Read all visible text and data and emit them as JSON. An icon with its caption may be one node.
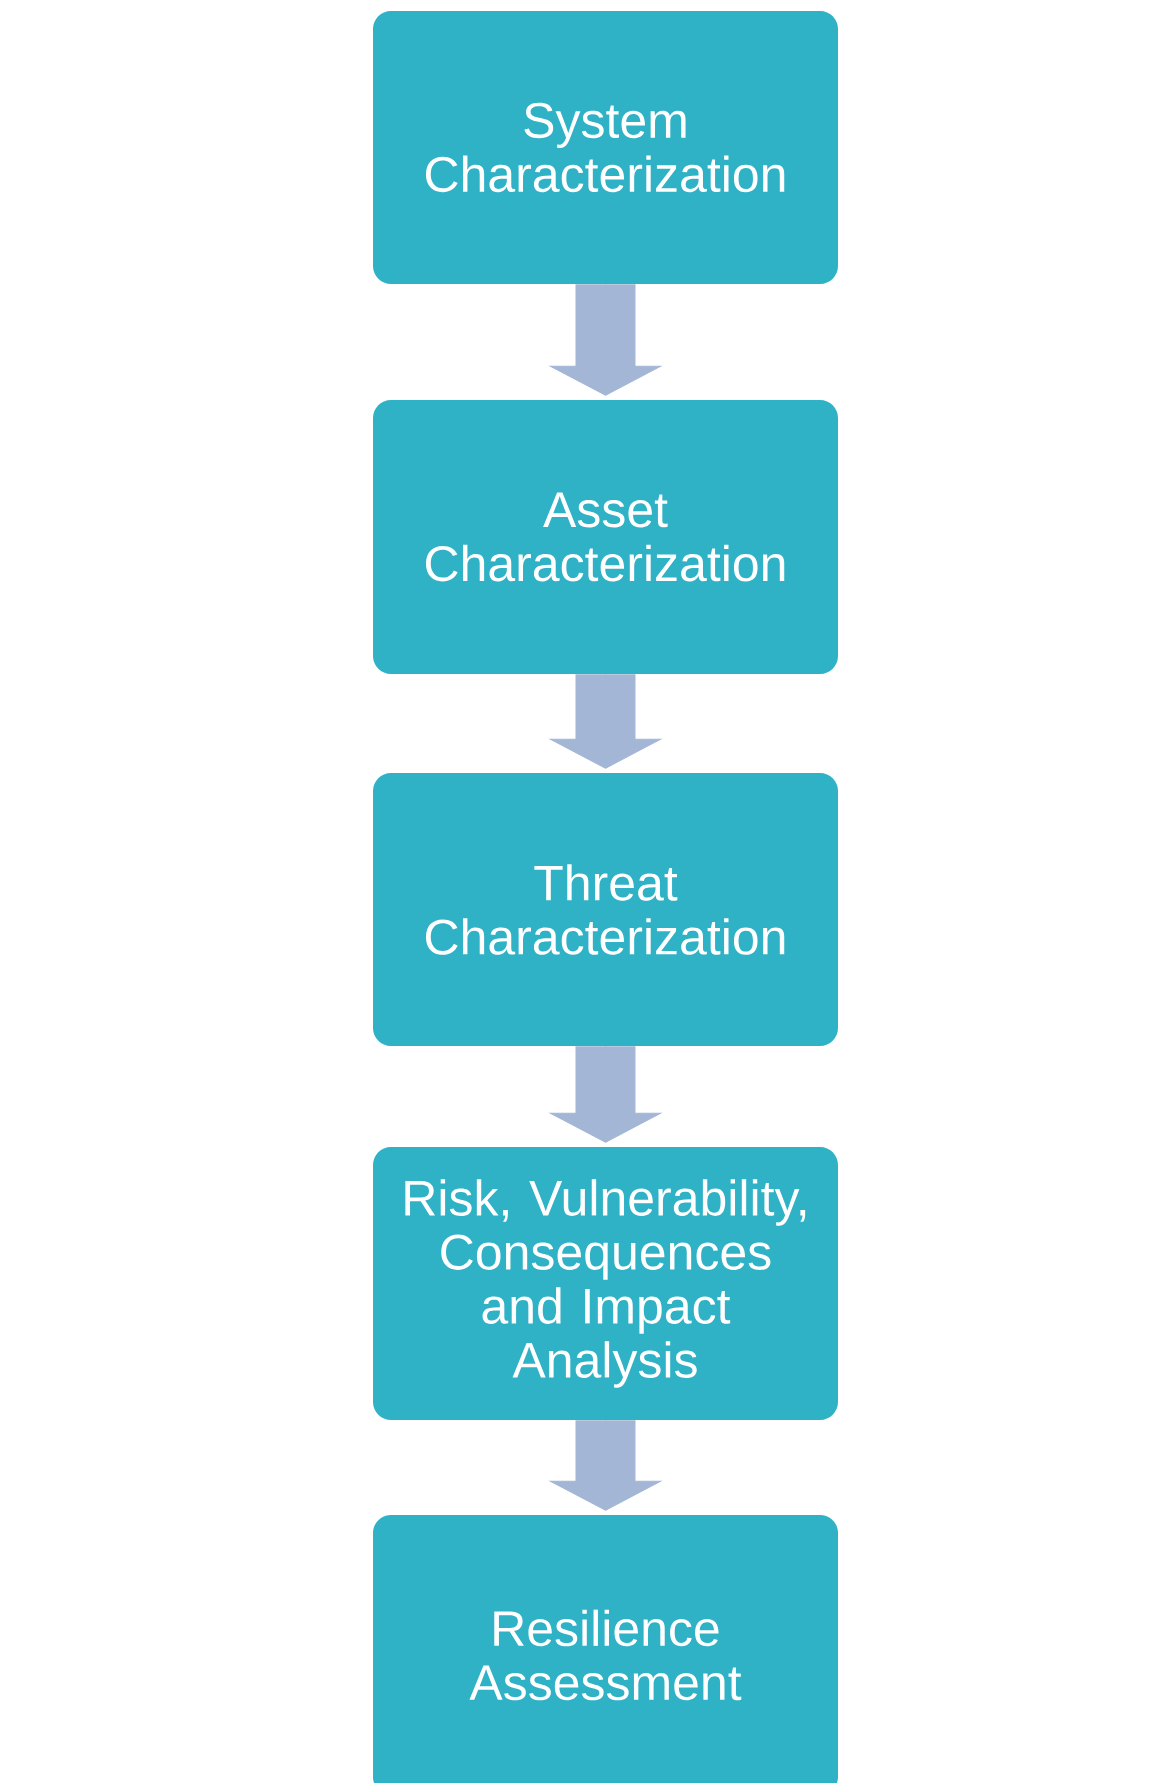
{
  "diagram": {
    "nodes": [
      {
        "text": [
          "System Characterization"
        ]
      },
      {
        "text": [
          "Asset Characterization"
        ]
      },
      {
        "text": [
          "Threat Characterization"
        ]
      },
      {
        "text": [
          "Risk, Vulnerability, Consequences and Impact Analysis"
        ]
      },
      {
        "text": [
          "Resilience Assessment"
        ]
      }
    ],
    "edges": [
      {
        "from": 0,
        "to": 1,
        "arrow": "to"
      },
      {
        "from": 1,
        "to": 2,
        "arrow": "to"
      },
      {
        "from": 2,
        "to": 3,
        "arrow": "to"
      },
      {
        "from": 3,
        "to": 4,
        "arrow": "to"
      }
    ]
  }
}
